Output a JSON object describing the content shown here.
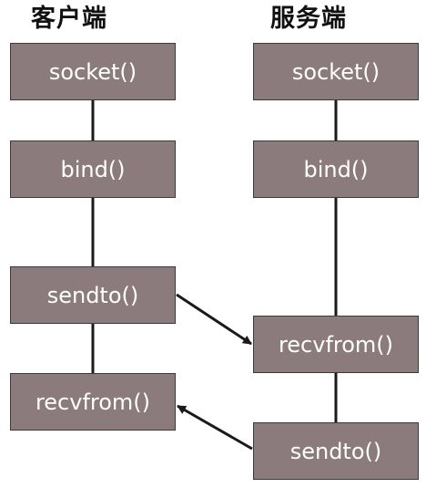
{
  "client": {
    "title": "客户端",
    "steps": [
      "socket()",
      "bind()",
      "sendto()",
      "recvfrom()"
    ]
  },
  "server": {
    "title": "服务端",
    "steps": [
      "socket()",
      "bind()",
      "recvfrom()",
      "sendto()"
    ]
  },
  "colors": {
    "box_fill": "#8c7b7d",
    "box_border": "#3a3a3a",
    "box_text": "#ffffff",
    "connector": "#1a1a1a"
  }
}
